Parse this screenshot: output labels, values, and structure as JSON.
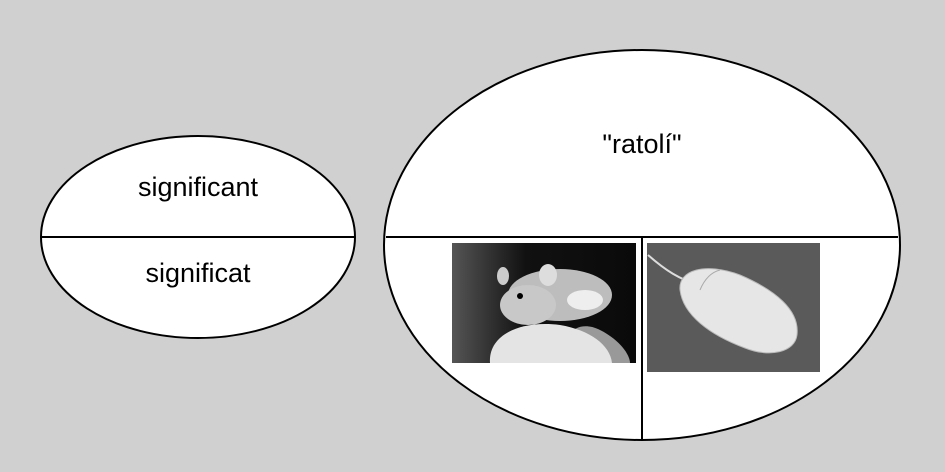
{
  "sign": {
    "signifier": "significant",
    "signified": "significat"
  },
  "example": {
    "word": "\"ratolí\"",
    "images": [
      {
        "icon": "animal-mouse-photo"
      },
      {
        "icon": "computer-mouse-photo"
      }
    ]
  }
}
